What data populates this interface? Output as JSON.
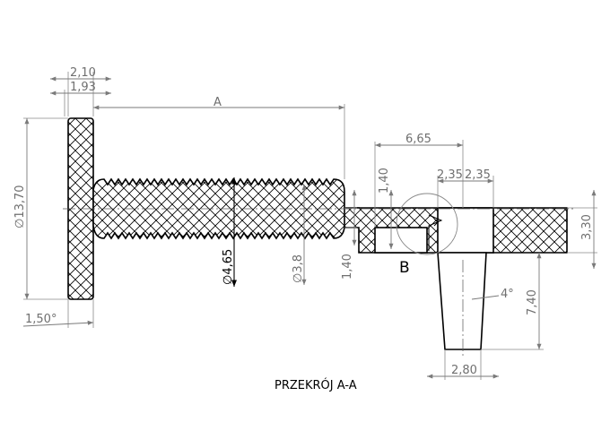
{
  "section_label": "PRZEKRÓJ A-A",
  "detail_callout": "B",
  "dimensions": {
    "head_width": "2,10",
    "head_inner": "1,93",
    "length_A": "A",
    "head_diameter": "∅13,70",
    "draft_angle_head": "1,50°",
    "thread_diameter": "∅4,65",
    "core_diameter": "∅3,8",
    "neck_height": "1,40",
    "neck_step": "1,40",
    "offset_665": "6,65",
    "gap_left": "2,35",
    "gap_right": "2,35",
    "plate_thickness": "3,30",
    "taper_angle": "4°",
    "boss_height": "7,40",
    "boss_width": "2,80"
  },
  "colors": {
    "outline": "#000000",
    "dimension": "#7a7a7a"
  }
}
